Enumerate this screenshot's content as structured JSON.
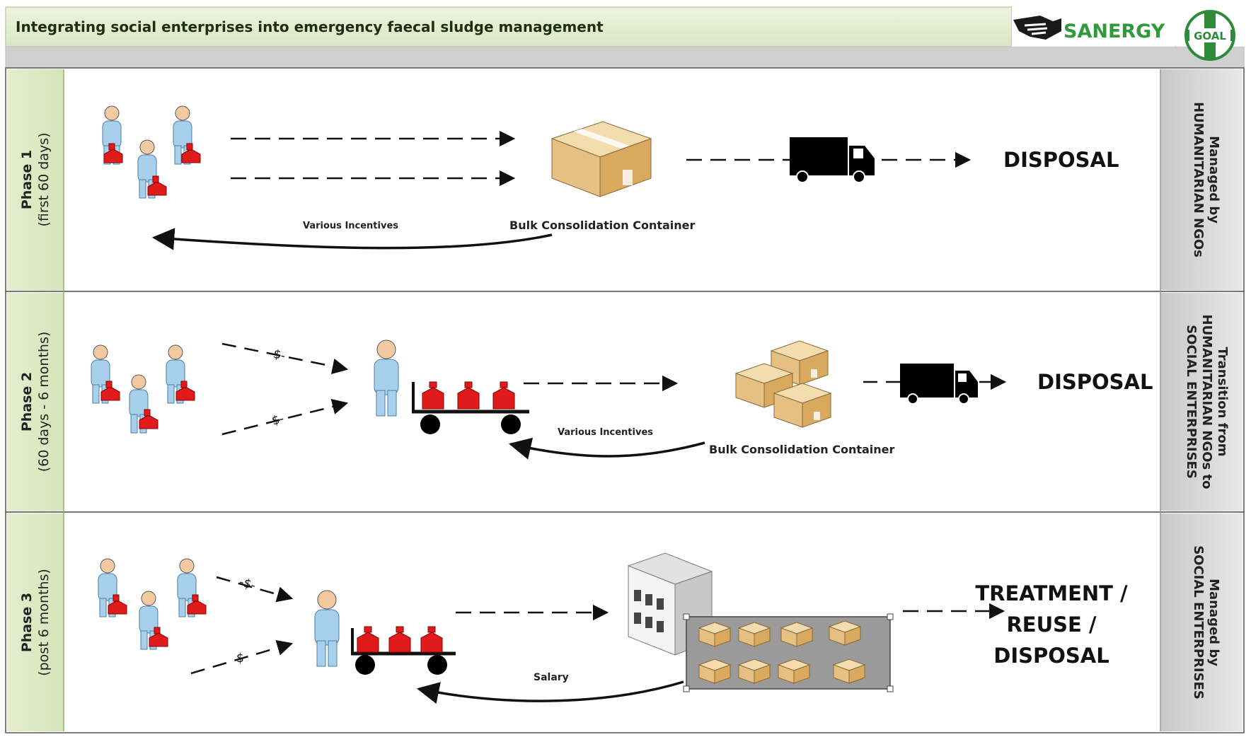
{
  "header": {
    "title": "Integrating social enterprises into emergency faecal sludge management",
    "sanergy_logo": "SANERGY",
    "goal_logo": "GOAL"
  },
  "phases": [
    {
      "label_main": "Phase 1",
      "label_sub": "(first 60 days)",
      "right_label": [
        "Managed by",
        "HUMANITARIAN NGOs"
      ],
      "incentives_label": "Various Incentives",
      "container_label": "Bulk Consolidation Container",
      "destination": [
        "DISPOSAL"
      ]
    },
    {
      "label_main": "Phase 2",
      "label_sub": "(60 days  - 6 months)",
      "right_label": [
        "Transition from",
        "HUMANITARIAN NGOs to",
        "SOCIAL ENTERPRISES"
      ],
      "incentives_label": "Various Incentives",
      "container_label": "Bulk Consolidation Container",
      "payment_symbol": "-$-",
      "destination": [
        "DISPOSAL"
      ]
    },
    {
      "label_main": "Phase 3",
      "label_sub": "(post 6 months)",
      "right_label": [
        "Managed by",
        "SOCIAL ENTERPRISES"
      ],
      "salary_label": "Salary",
      "payment_symbol_top": "-$-",
      "payment_symbol_bottom": "$",
      "destination": [
        "TREATMENT /",
        "REUSE /",
        "DISPOSAL"
      ]
    }
  ]
}
